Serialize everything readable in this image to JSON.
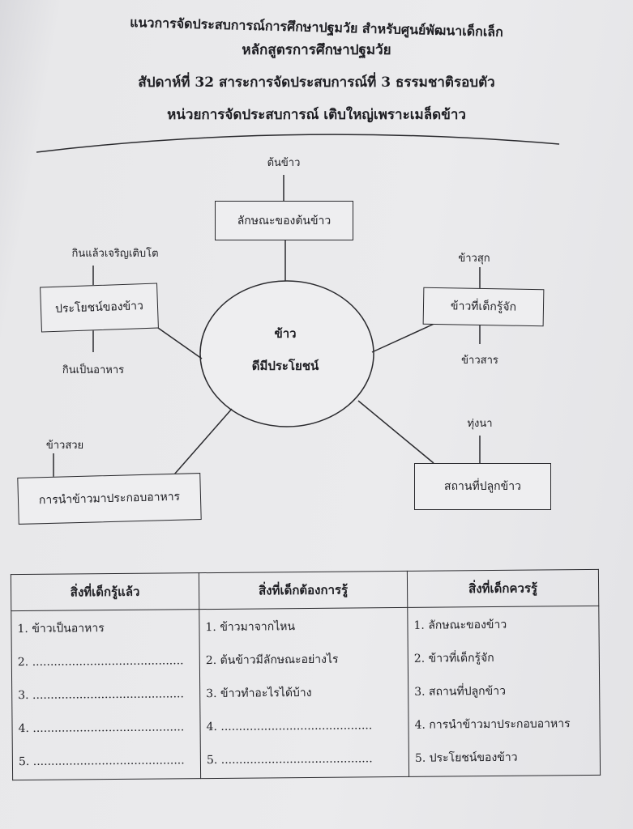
{
  "header": {
    "line1": "แนวการจัดประสบการณ์การศึกษาปฐมวัย สำหรับศูนย์พัฒนาเด็กเล็ก",
    "line2": "หลักสูตรการศึกษาปฐมวัย",
    "line3": "สัปดาห์ที่ 32  สาระการจัดประสบการณ์ที่ 3  ธรรมชาติรอบตัว",
    "line4": "หน่วยการจัดประสบการณ์ เติบใหญ่เพราะเมล็ดข้าว"
  },
  "mindmap": {
    "center": {
      "line1": "ข้าว",
      "line2": "ดีมีประโยชน์"
    },
    "top": {
      "box": "ลักษณะของต้นข้าว",
      "leaves": [
        "ต้นข้าว"
      ]
    },
    "left": {
      "box": "ประโยชน์ของข้าว",
      "leaves": [
        "กินแล้วเจริญเติบโต",
        "กินเป็นอาหาร"
      ]
    },
    "right": {
      "box": "ข้าวที่เด็กรู้จัก",
      "leaves": [
        "ข้าวสุก",
        "ข้าวสาร"
      ]
    },
    "bottom_right": {
      "box": "สถานที่ปลูกข้าว",
      "leaves": [
        "ทุ่งนา"
      ]
    },
    "bottom_left": {
      "box": "การนำข้าวมาประกอบอาหาร",
      "leaves": [
        "ข้าวสวย"
      ]
    }
  },
  "table": {
    "headers": [
      "สิ่งที่เด็กรู้แล้ว",
      "สิ่งที่เด็กต้องการรู้",
      "สิ่งที่เด็กควรรู้"
    ],
    "col1": [
      "1. ข้าวเป็นอาหาร",
      "2. ..........................................",
      "3. ..........................................",
      "4. ..........................................",
      "5. .........................................."
    ],
    "col2": [
      "1. ข้าวมาจากไหน",
      "2. ต้นข้าวมีลักษณะอย่างไร",
      "3. ข้าวทำอะไรได้บ้าง",
      "4. ..........................................",
      "5. .........................................."
    ],
    "col3": [
      "1. ลักษณะของข้าว",
      "2. ข้าวที่เด็กรู้จัก",
      "3. สถานที่ปลูกข้าว",
      "4. การนำข้าวมาประกอบอาหาร",
      "5. ประโยชน์ของข้าว"
    ]
  }
}
